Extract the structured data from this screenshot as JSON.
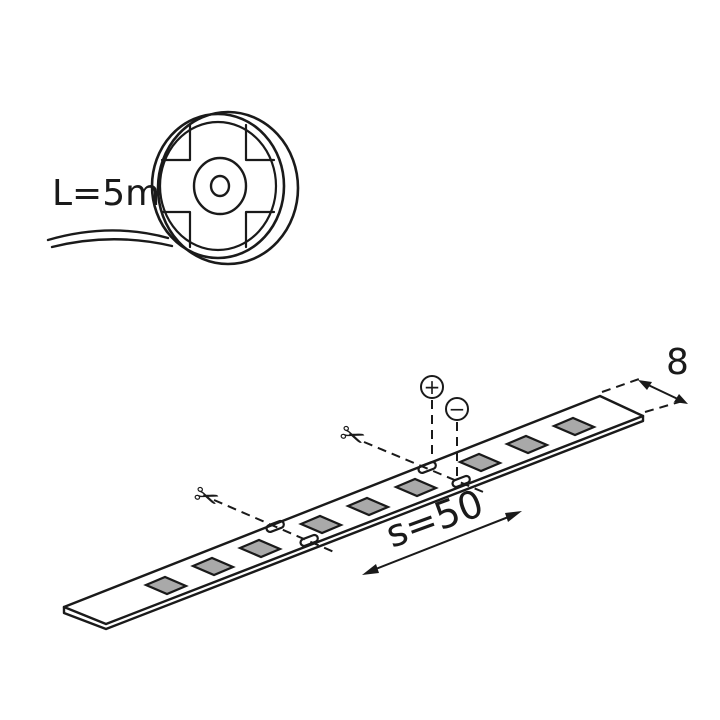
{
  "reel": {
    "length_label": "L=5m"
  },
  "strip": {
    "width_label": "8",
    "spacing_label": "s=50",
    "plus_symbol": "+",
    "minus_symbol": "−",
    "scissors_symbol": "✂"
  },
  "colors": {
    "line": "#1a1a1a",
    "led": "#a9a9a9",
    "background": "#ffffff"
  }
}
